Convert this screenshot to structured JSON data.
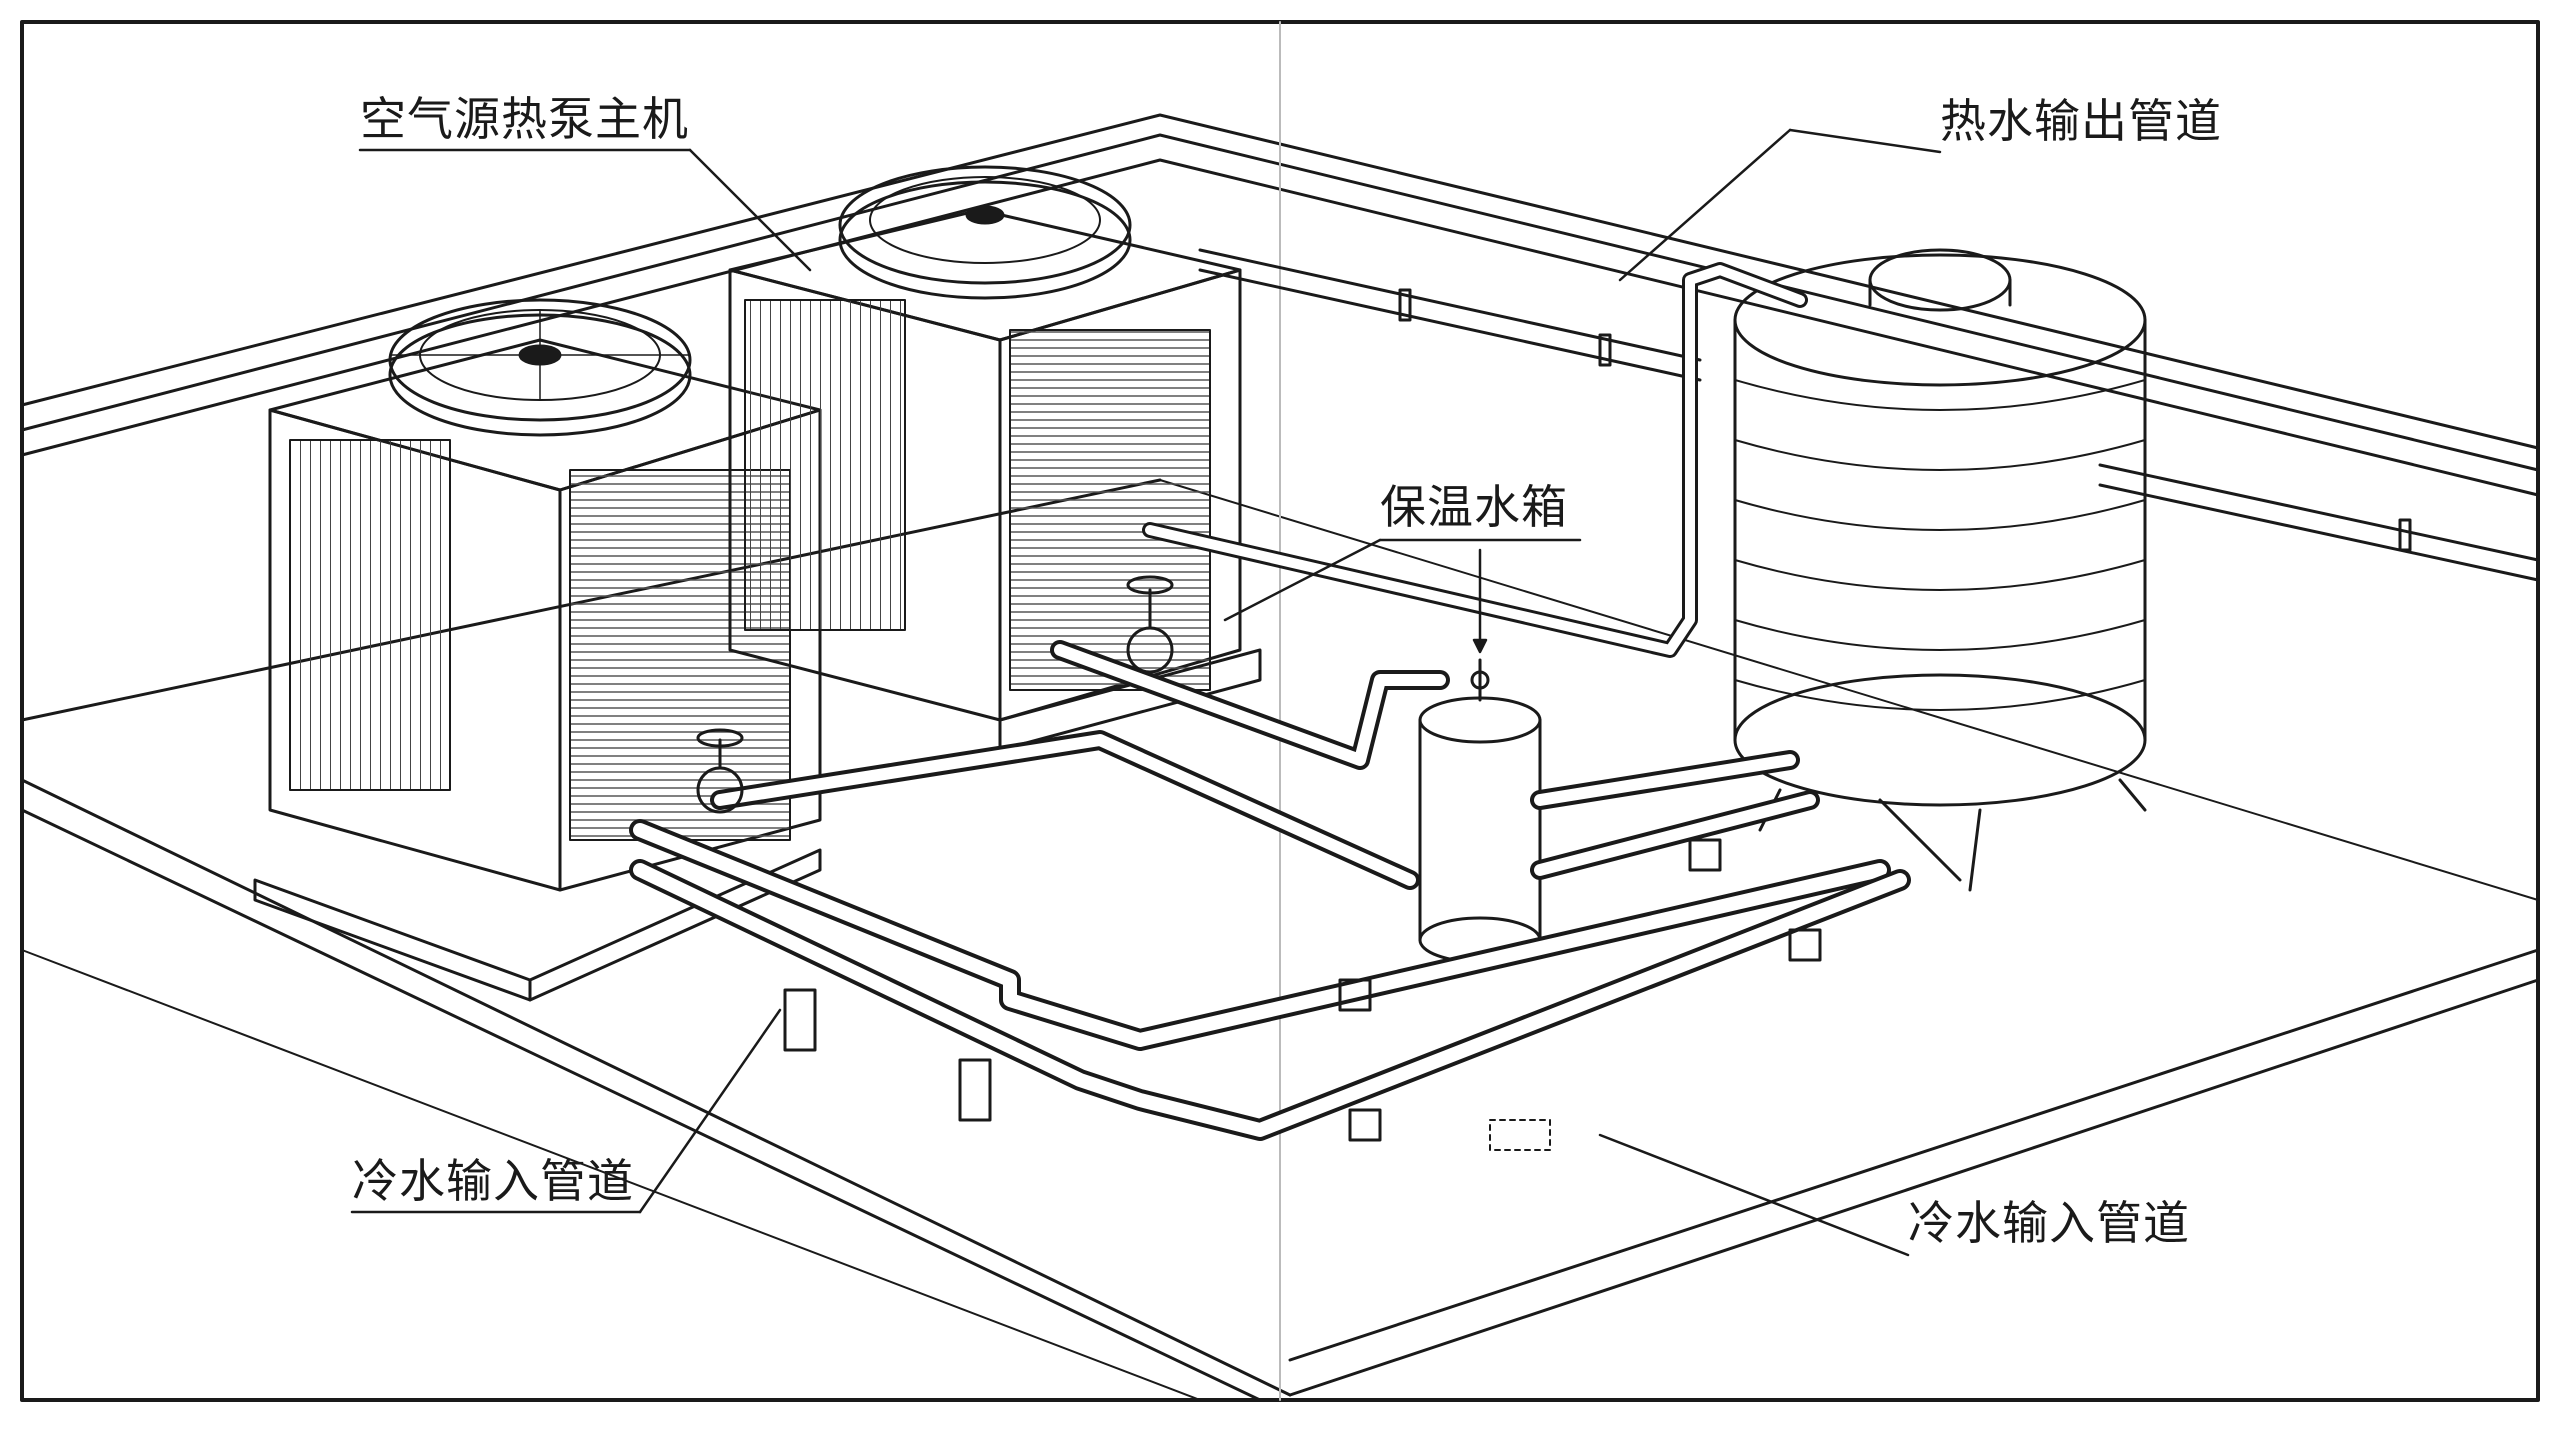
{
  "labels": {
    "heat_pump_unit": "空气源热泵主机",
    "hot_water_outlet": "热水输出管道",
    "insulated_tank": "保温水箱",
    "cold_water_inlet_left": "冷水输入管道",
    "cold_water_inlet_right": "冷水输入管道"
  },
  "colors": {
    "ink": "#1a1a1a",
    "background": "#ffffff"
  }
}
